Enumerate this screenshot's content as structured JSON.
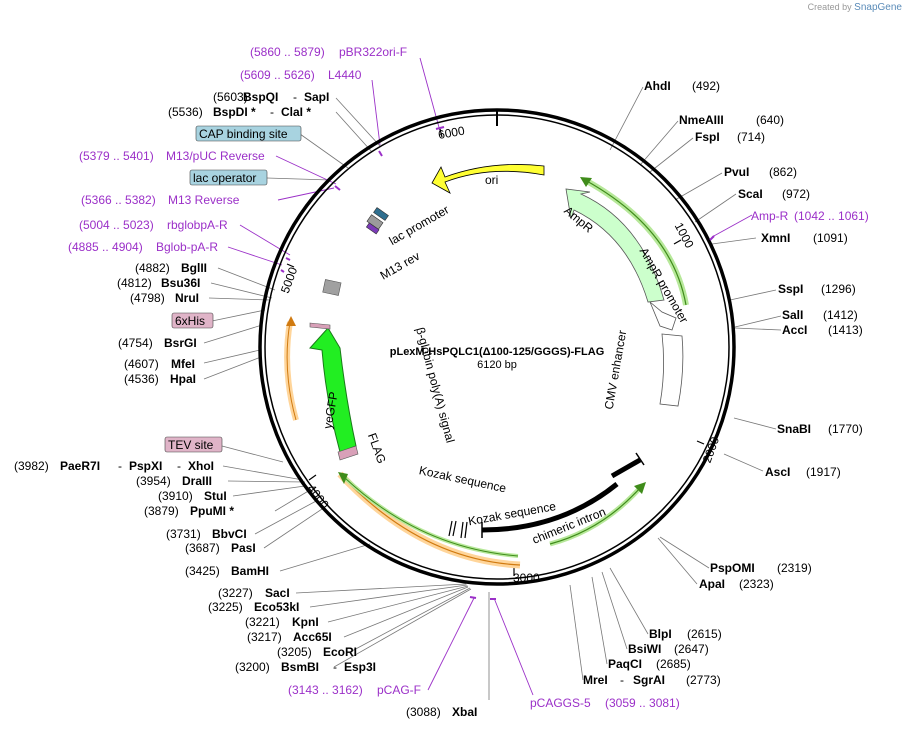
{
  "credit": {
    "prefix": "Created by",
    "brand": "SnapGene"
  },
  "plasmid": {
    "name": "pLexM-HsPQLC1(Δ100-125/GGGS)-FLAG",
    "size": "6120 bp"
  },
  "ticks": [
    "1000",
    "2000",
    "3000",
    "4000",
    "5000",
    "6000"
  ],
  "features": [
    {
      "label": "ori",
      "color": "#ffff00"
    },
    {
      "label": "AmpR",
      "color": "#ccffcc"
    },
    {
      "label": "AmpR promoter",
      "color": "#ffffff"
    },
    {
      "label": "CMV enhancer",
      "color": "#ffffff"
    },
    {
      "label": "chimeric intron",
      "color": "#000000"
    },
    {
      "label": "Kozak sequence"
    },
    {
      "label": "Kozak sequence"
    },
    {
      "label": "FLAG"
    },
    {
      "label": "yeGFP",
      "color": "#00ff00"
    },
    {
      "label": "β-globin poly(A) signal"
    },
    {
      "label": "lac promoter"
    },
    {
      "label": "M13 rev"
    }
  ],
  "boxed_labels": [
    {
      "label": "CAP binding site",
      "color": "#a8d3e0"
    },
    {
      "label": "lac operator",
      "color": "#a8d3e0"
    },
    {
      "label": "6xHis",
      "color": "#e0b4c8"
    },
    {
      "label": "TEV site",
      "color": "#e0b4c8"
    }
  ],
  "primers": [
    {
      "range": "(5860 .. 5879)",
      "name": "pBR322ori-F"
    },
    {
      "range": "(5609 .. 5626)",
      "name": "L4440"
    },
    {
      "range": "(5379 .. 5401)",
      "name": "M13/pUC Reverse"
    },
    {
      "range": "(5366 .. 5382)",
      "name": "M13 Reverse"
    },
    {
      "range": "(5004 .. 5023)",
      "name": "rbglobpA-R"
    },
    {
      "range": "(4885 .. 4904)",
      "name": "Bglob-pA-R"
    },
    {
      "name": "Amp-R",
      "range": "(1042 .. 1061)"
    },
    {
      "range": "(3143 .. 3162)",
      "name": "pCAG-F"
    },
    {
      "name": "pCAGGS-5",
      "range": "(3059 .. 3081)"
    }
  ],
  "left_sites": [
    {
      "pos": "(5603)",
      "name": "BspQI",
      "sep": "-",
      "name2": "SapI"
    },
    {
      "pos": "(5536)",
      "name": "BspDI *",
      "sep": "-",
      "name2": "ClaI *"
    },
    {
      "pos": "(4882)",
      "name": "BglII"
    },
    {
      "pos": "(4812)",
      "name": "Bsu36I"
    },
    {
      "pos": "(4798)",
      "name": "NruI"
    },
    {
      "pos": "(4754)",
      "name": "BsrGI"
    },
    {
      "pos": "(4607)",
      "name": "MfeI"
    },
    {
      "pos": "(4536)",
      "name": "HpaI"
    },
    {
      "pos": "(3982)",
      "name": "PaeR7I",
      "sep": "-",
      "name2": "PspXI",
      "sep2": "-",
      "name3": "XhoI"
    },
    {
      "pos": "(3954)",
      "name": "DraIII"
    },
    {
      "pos": "(3910)",
      "name": "StuI"
    },
    {
      "pos": "(3879)",
      "name": "PpuMI *"
    },
    {
      "pos": "(3731)",
      "name": "BbvCI"
    },
    {
      "pos": "(3687)",
      "name": "PasI"
    },
    {
      "pos": "(3425)",
      "name": "BamHI"
    },
    {
      "pos": "(3227)",
      "name": "SacI"
    },
    {
      "pos": "(3225)",
      "name": "Eco53kI"
    },
    {
      "pos": "(3221)",
      "name": "KpnI"
    },
    {
      "pos": "(3217)",
      "name": "Acc65I"
    },
    {
      "pos": "(3205)",
      "name": "EcoRI"
    },
    {
      "pos": "(3200)",
      "name": "BsmBI",
      "sep": "-",
      "name2": "Esp3I"
    },
    {
      "pos": "(3088)",
      "name": "XbaI"
    }
  ],
  "right_sites": [
    {
      "name": "AhdI",
      "pos": "(492)"
    },
    {
      "name": "NmeAIII",
      "pos": "(640)"
    },
    {
      "name": "FspI",
      "pos": "(714)"
    },
    {
      "name": "PvuI",
      "pos": "(862)"
    },
    {
      "name": "ScaI",
      "pos": "(972)"
    },
    {
      "name": "XmnI",
      "pos": "(1091)"
    },
    {
      "name": "SspI",
      "pos": "(1296)"
    },
    {
      "name": "SalI",
      "pos": "(1412)"
    },
    {
      "name": "AccI",
      "pos": "(1413)"
    },
    {
      "name": "SnaBI",
      "pos": "(1770)"
    },
    {
      "name": "AscI",
      "pos": "(1917)"
    },
    {
      "name": "PspOMI",
      "pos": "(2319)"
    },
    {
      "name": "ApaI",
      "pos": "(2323)"
    },
    {
      "name": "BlpI",
      "pos": "(2615)"
    },
    {
      "name": "BsiWI",
      "pos": "(2647)"
    },
    {
      "name": "PaqCI",
      "pos": "(2685)"
    },
    {
      "name": "MreI",
      "sep": "-",
      "name2": "SgrAI",
      "pos": "(2773)"
    }
  ]
}
